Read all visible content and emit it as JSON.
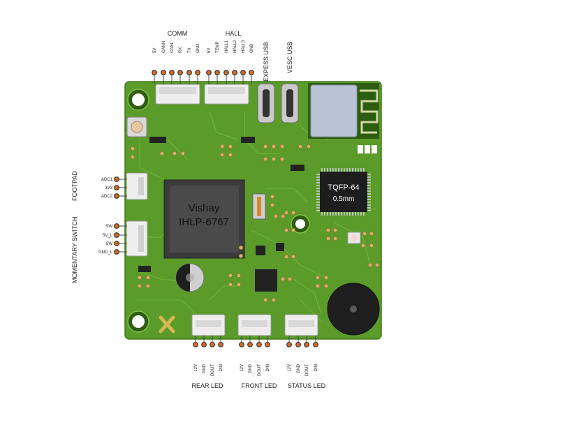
{
  "groups": {
    "comm": "COMM",
    "hall": "HALL",
    "expess_usb": "EXPESS USB",
    "vesc_usb": "VESC USB",
    "footpad": "FOOTPAD",
    "momentary_switch": "MOMENTARY SWITCH",
    "rear_led": "REAR LED",
    "front_led": "FRONT LED",
    "status_led": "STATUS LED"
  },
  "pins": {
    "comm": [
      "5V",
      "CANH",
      "CANL",
      "RX",
      "TX",
      "GND"
    ],
    "hall": [
      "5V",
      "TEMP",
      "HALL1",
      "HALL2",
      "HALL3",
      "GND"
    ],
    "footpad": [
      "ADC1",
      "3V3",
      "ADC2"
    ],
    "switch": [
      "SW",
      "5V_L",
      "SW",
      "GND_L"
    ],
    "rear_led": [
      "12V",
      "GND",
      "DOUT",
      "DIN"
    ],
    "front_led": [
      "12V",
      "GND",
      "DOUT",
      "DIN"
    ],
    "status_led": [
      "12V",
      "GND",
      "DOUT",
      "DIN"
    ]
  },
  "board": {
    "inductor_line1": "Vishay",
    "inductor_line2": "IHLP-6767",
    "mcu_line1": "TQFP-64",
    "mcu_line2": "0.5mm"
  },
  "colors": {
    "pcb": "#5a9b2a",
    "pcb_trace": "#6fb236",
    "pin_dot": "#d86a1e",
    "connector": "#eeeeee",
    "chip": "#3b3b3b"
  }
}
